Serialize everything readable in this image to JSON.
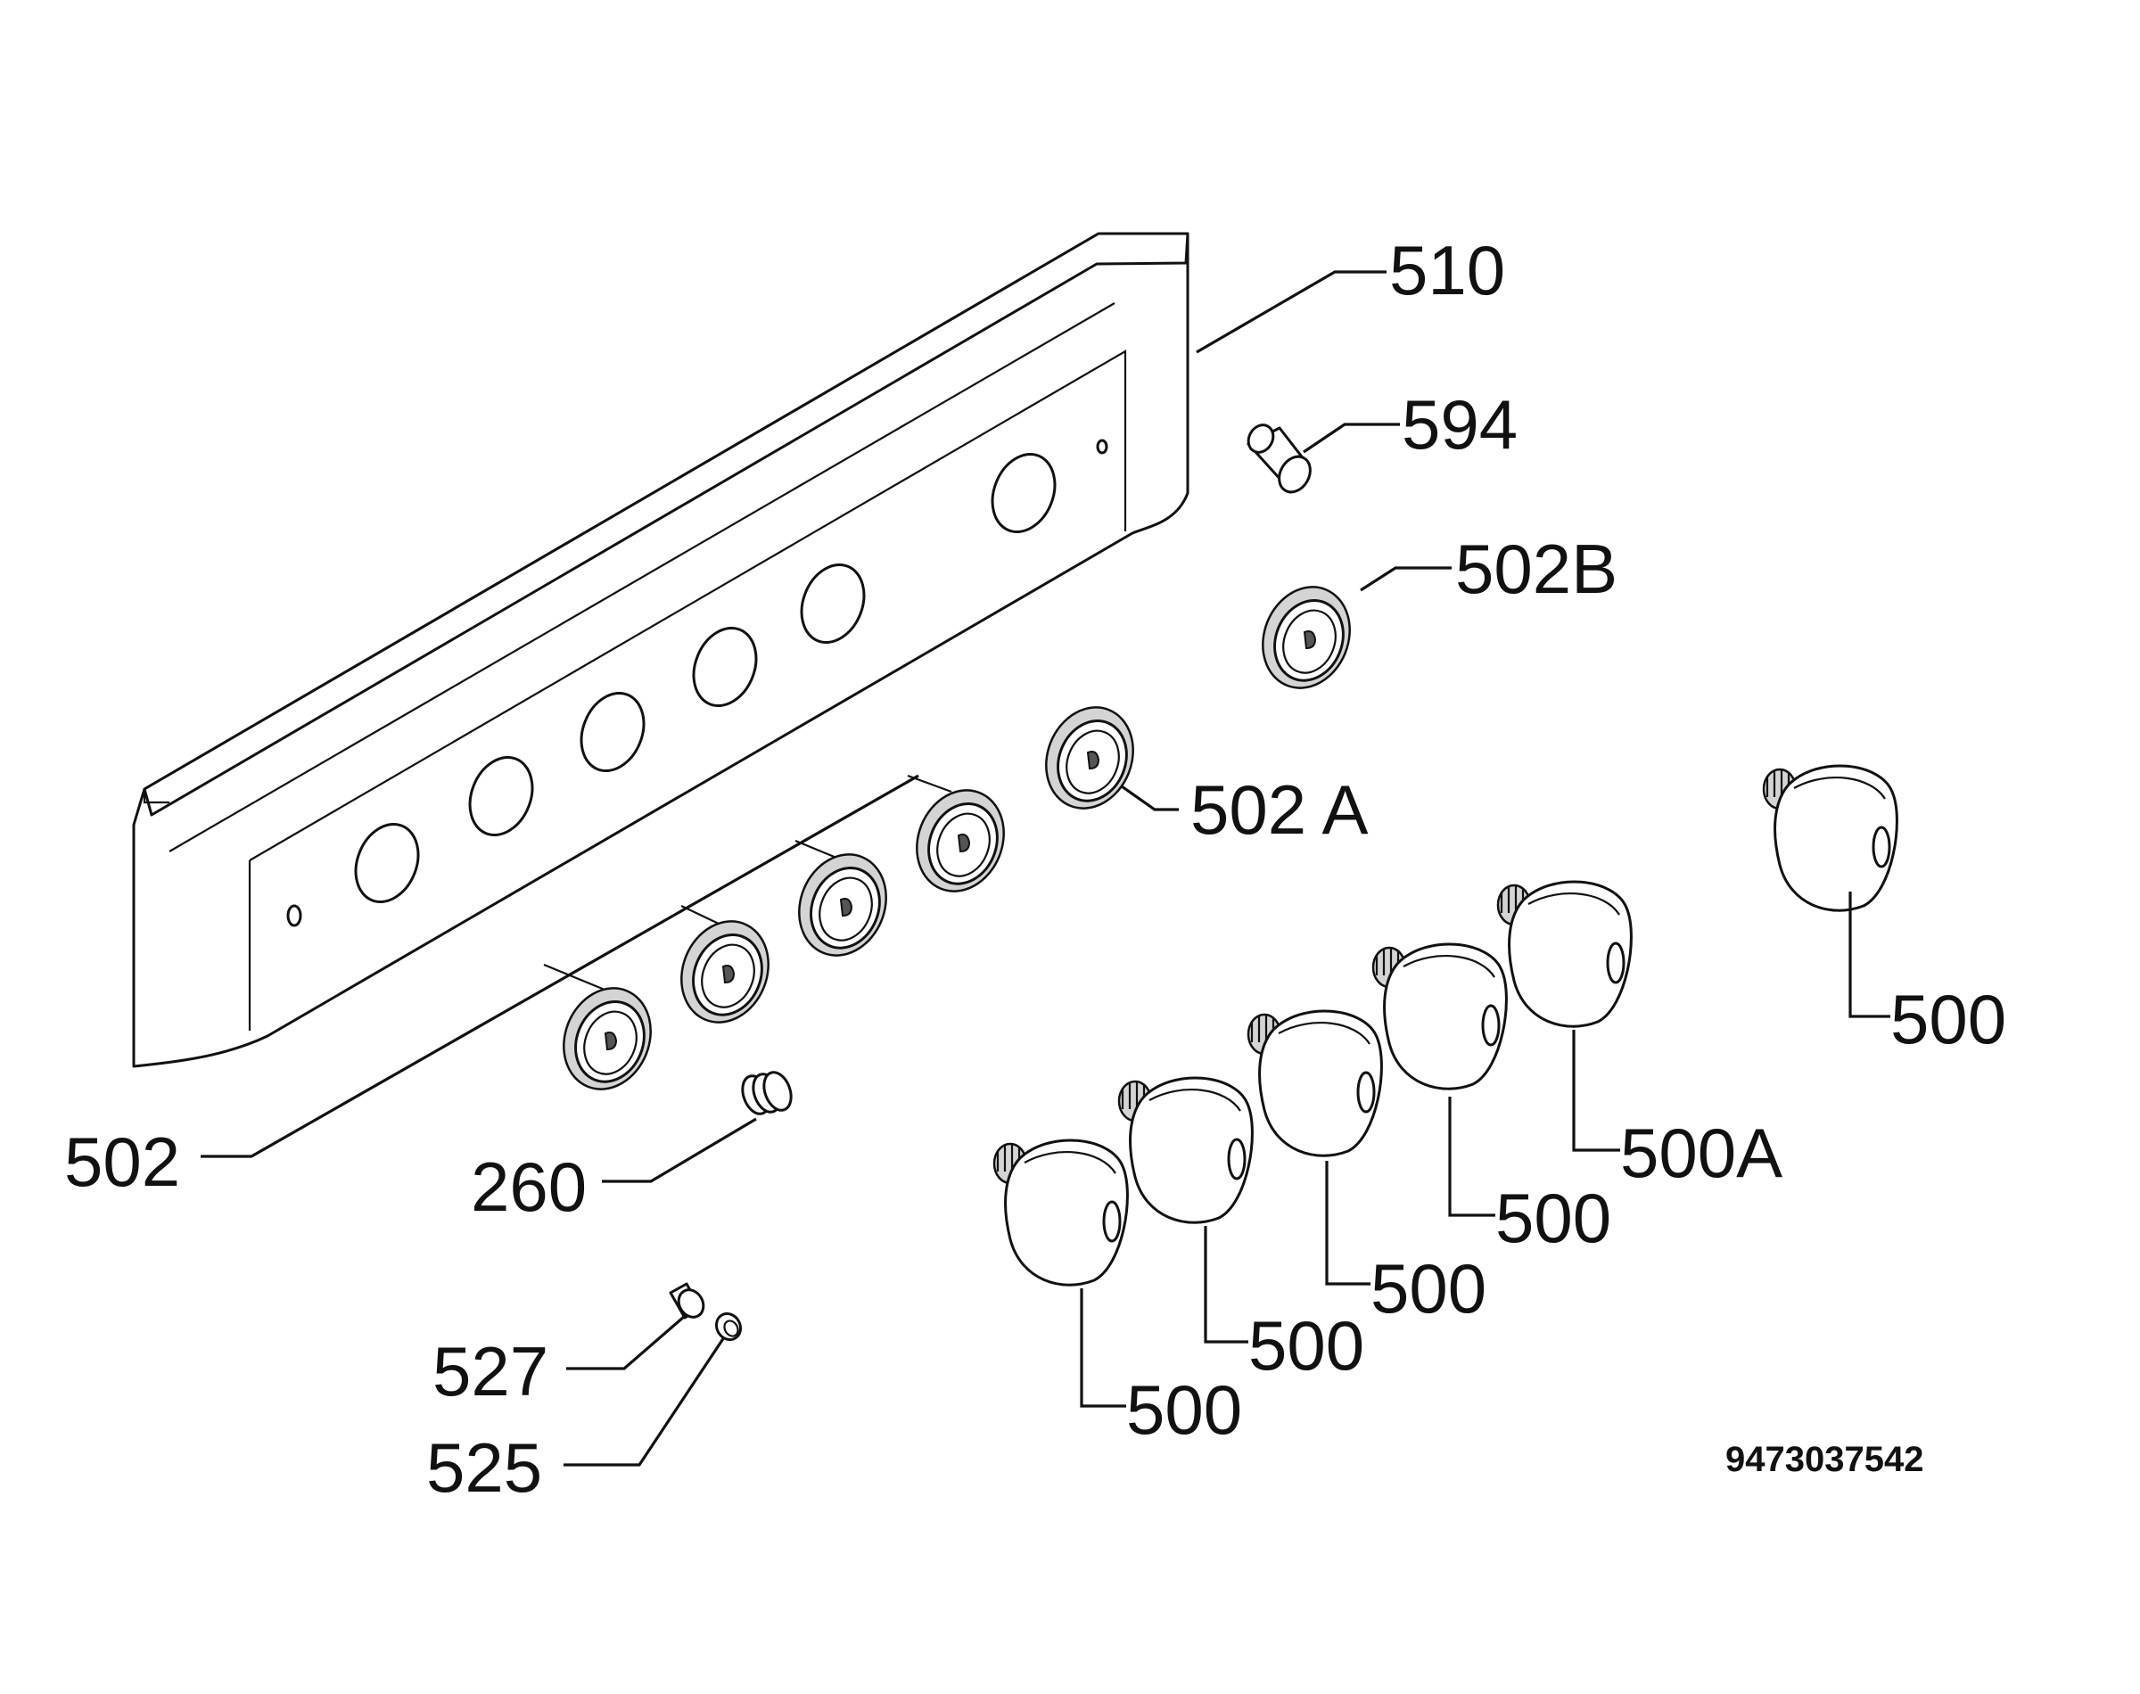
{
  "labels": {
    "l510": "510",
    "l594": "594",
    "l502b": "502B",
    "l502a": "502 A",
    "l502": "502",
    "l260": "260",
    "l527": "527",
    "l525": "525",
    "k1": "500",
    "k2": "500",
    "k3": "500",
    "k4": "500",
    "k5": "500A",
    "k6": "500"
  },
  "document_number": "9473037542"
}
